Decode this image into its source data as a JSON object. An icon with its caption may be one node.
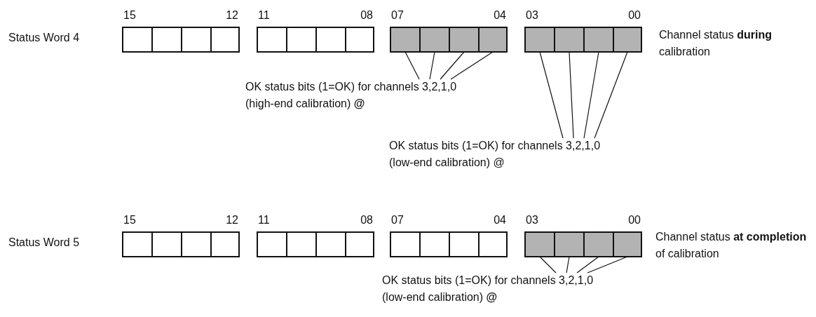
{
  "diagram": {
    "nodes": [
      {
        "text": [
          "OK status bits (1=OK) for channels 3,2,1,0 (high-end calibration) **@**"
        ]
      },
      {
        "text": [
          "OK status bits (1=OK) for channels 3,2,1,0 (low-end calibration) @"
        ]
      },
      {
        "text": [
          "OK status bits (1=OK) for channels 3,2,1,0 (low-end calibration) **@**"
        ]
      },
      {
        "text": [],
        "shape": "box"
      },
      {
        "text": [],
        "shape": "box"
      },
      {
        "text": [],
        "shape": "box"
      },
      {
        "text": [],
        "shape": "box"
      },
      {
        "text": [],
        "shape": "box"
      },
      {
        "text": [],
        "shape": "box"
      },
      {
        "text": [],
        "shape": "box"
      },
      {
        "text": [],
        "shape": "box"
      },
      {
        "text": [],
        "shape": "box"
      },
      {
        "text": [],
        "shape": "box"
      },
      {
        "text": [],
        "shape": "box"
      },
      {
        "text": [],
        "shape": "box"
      }
    ],
    "edges": [
      {
        "from": 0,
        "to": 3,
        "arrow": "none"
      },
      {
        "from": 0,
        "to": 4,
        "arrow": "none"
      },
      {
        "from": 0,
        "to": 5,
        "arrow": "none"
      },
      {
        "from": 0,
        "to": 6,
        "arrow": "none"
      },
      {
        "from": 1,
        "to": 7,
        "arrow": "none"
      },
      {
        "from": 1,
        "to": 8,
        "arrow": "none"
      },
      {
        "from": 1,
        "to": 9,
        "arrow": "none"
      },
      {
        "from": 1,
        "to": 10,
        "arrow": "none"
      },
      {
        "from": 2,
        "to": 11,
        "arrow": "none"
      },
      {
        "from": 2,
        "to": 12,
        "arrow": "none"
      },
      {
        "from": 2,
        "to": 13,
        "arrow": "none"
      },
      {
        "from": 2,
        "to": 14,
        "arrow": "none"
      }
    ],
    "labels": [
      "15",
      "12",
      "11",
      "08",
      "07",
      "04",
      "03",
      "00",
      "Status Word 4",
      "Channel status **during** calibration",
      "15",
      "12",
      "11",
      "08",
      "07",
      "04",
      "03",
      "00",
      "Status Word 5",
      "Channel status **at completion** of calibration"
    ]
  }
}
